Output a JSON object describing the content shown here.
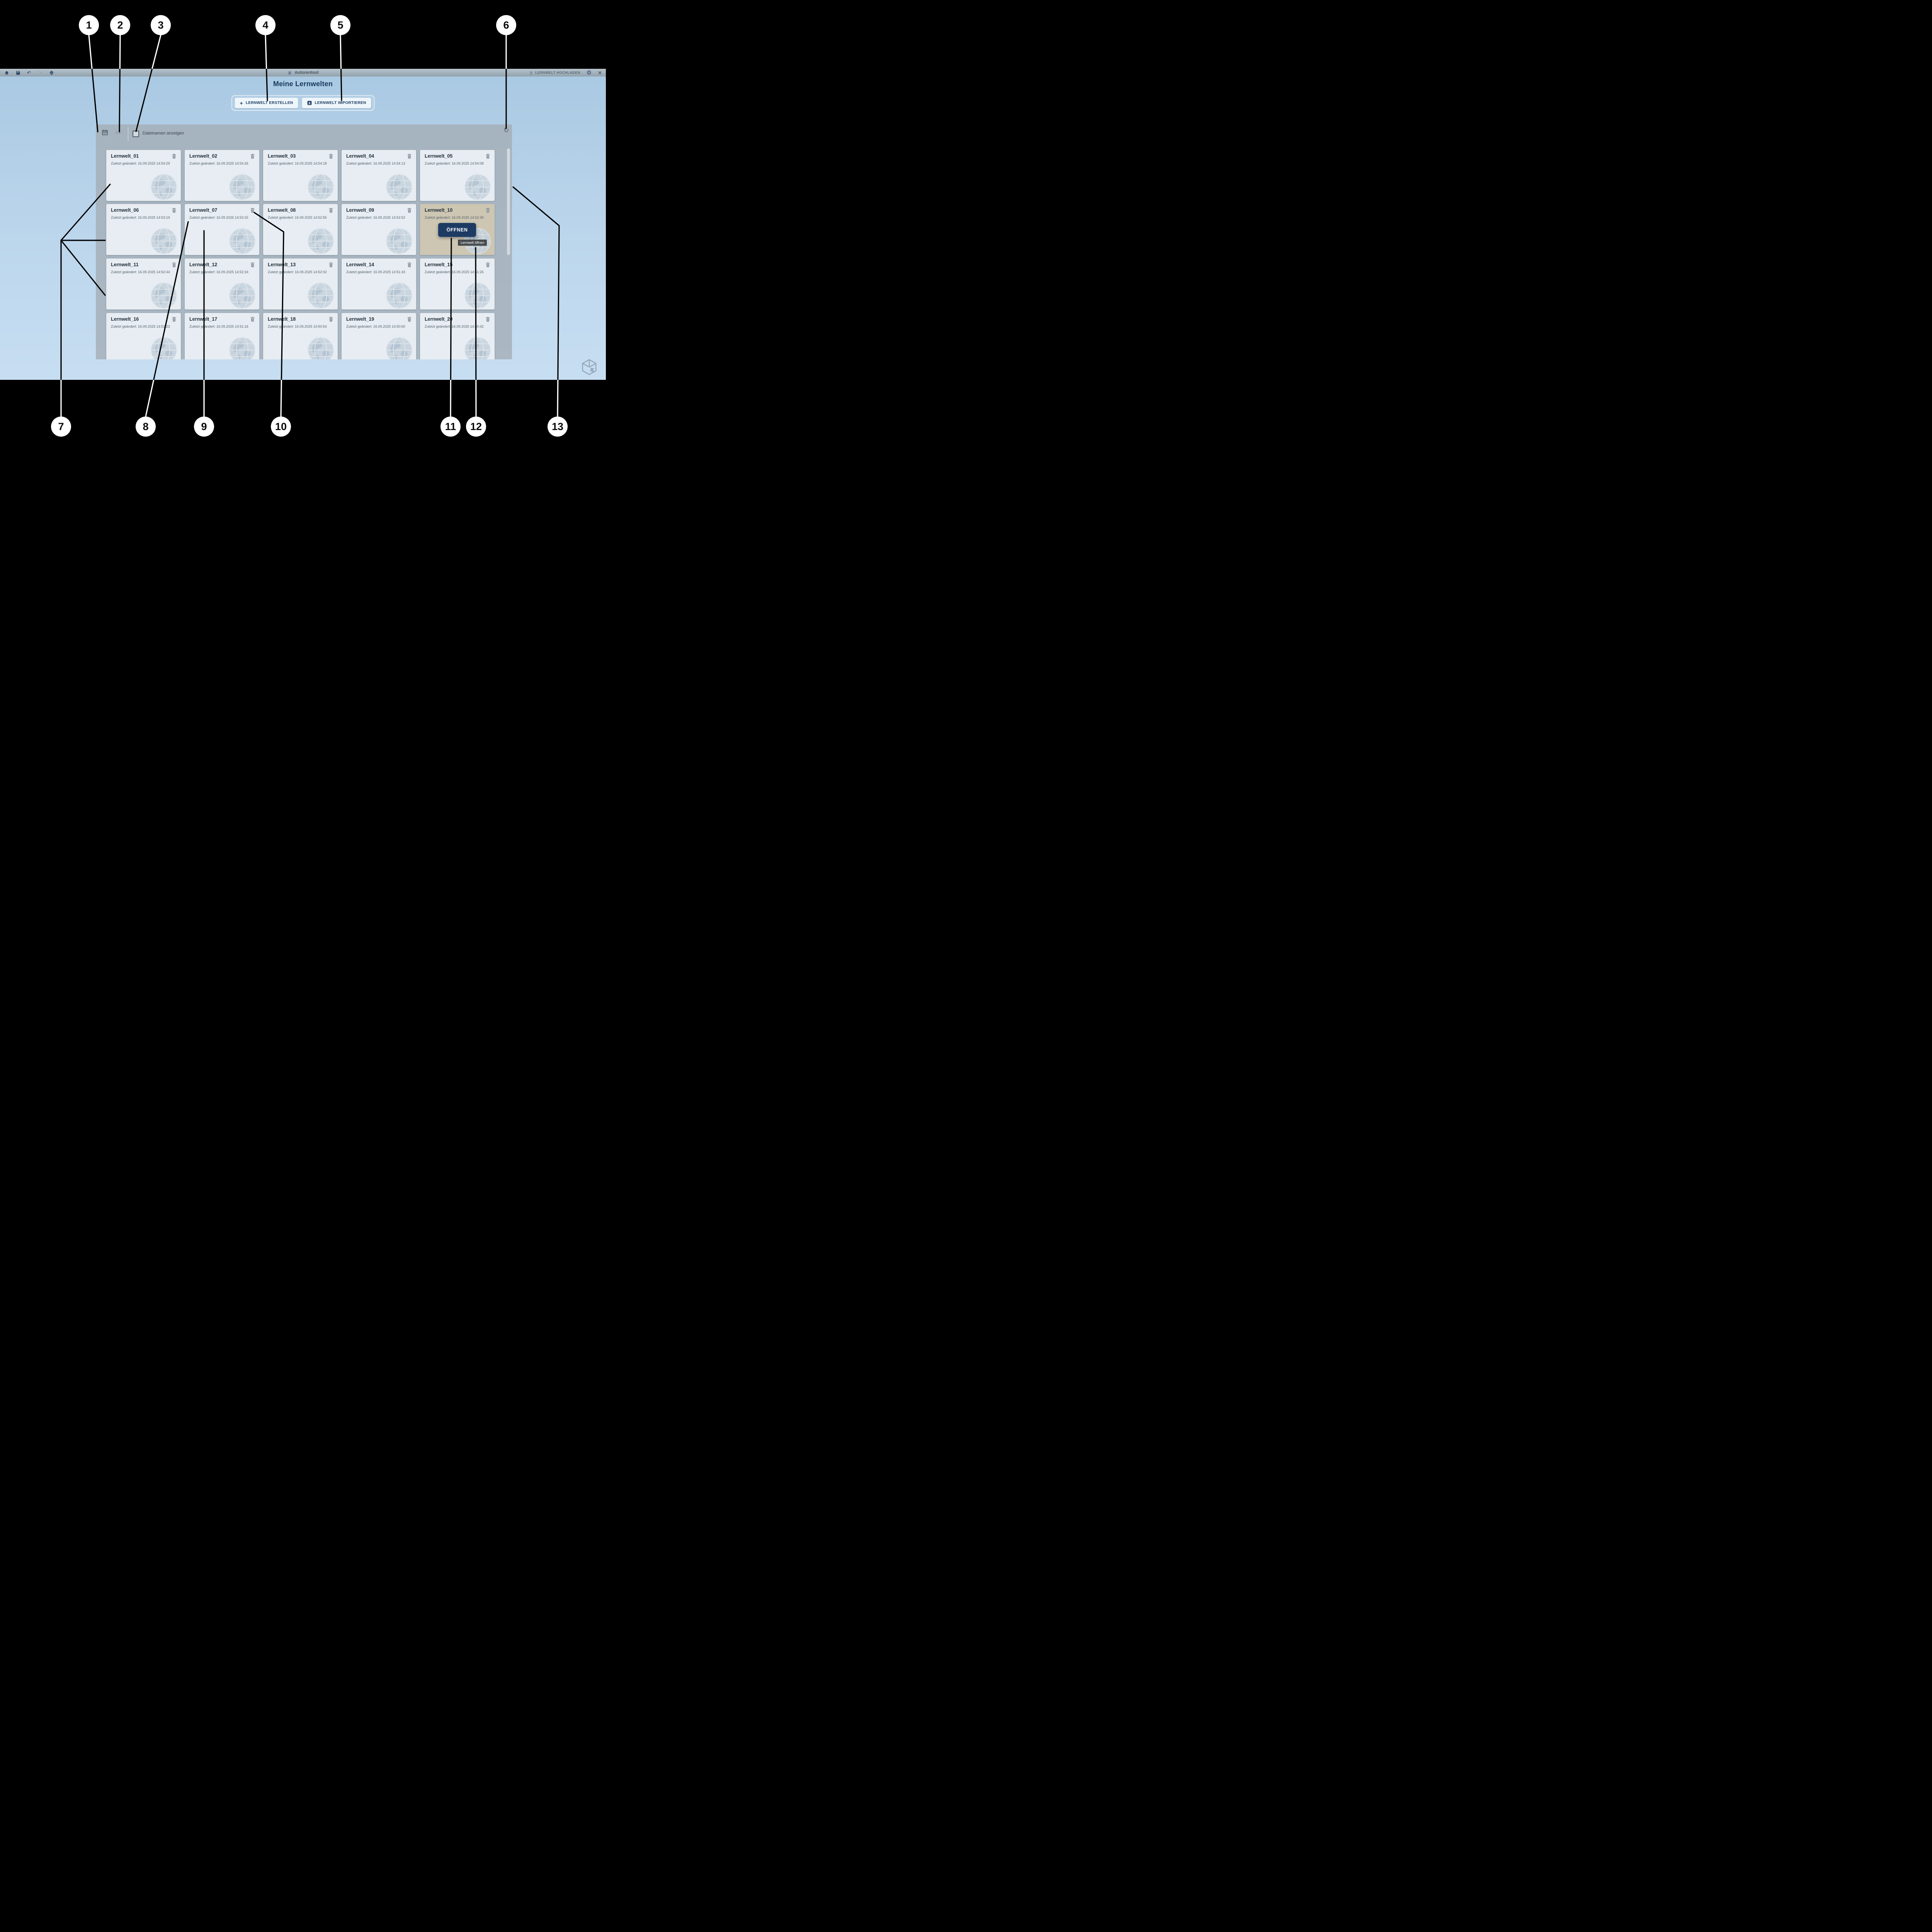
{
  "titlebar": {
    "title": "Autorentool",
    "upload_label": "LERNWELT HOCHLADEN"
  },
  "icons": {
    "undo": "↶",
    "redo": "↷",
    "gear": "⚙",
    "close": "✕",
    "refresh": "↻",
    "plus": "+",
    "sort_arrow": "↓"
  },
  "page": {
    "title": "Meine Lernwelten",
    "create_button": "LERNWELT ERSTELLEN",
    "import_button": "LERNWELT IMPORTIEREN"
  },
  "toolbar": {
    "sort_az_label": "AZ",
    "filename_checkbox_label": "Dateinamen anzeigen"
  },
  "open_button": "ÖFFNEN",
  "tooltip": "Lernwelt öffnen",
  "highlighted_index": 9,
  "cards": [
    {
      "title": "Lernwelt_01",
      "modified": "Zuletzt geändert: 16.09.2025 14:54:29"
    },
    {
      "title": "Lernwelt_02",
      "modified": "Zuletzt geändert: 16.09.2025 14:54:26"
    },
    {
      "title": "Lernwelt_03",
      "modified": "Zuletzt geändert: 16.09.2025 14:54:18"
    },
    {
      "title": "Lernwelt_04",
      "modified": "Zuletzt geändert: 16.09.2025 14:54:13"
    },
    {
      "title": "Lernwelt_05",
      "modified": "Zuletzt geändert: 16.09.2025 14:54:08"
    },
    {
      "title": "Lernwelt_06",
      "modified": "Zuletzt geändert: 16.09.2025 14:53:19"
    },
    {
      "title": "Lernwelt_07",
      "modified": "Zuletzt geändert: 16.09.2025 14:53:15"
    },
    {
      "title": "Lernwelt_08",
      "modified": "Zuletzt geändert: 16.09.2025 14:52:55"
    },
    {
      "title": "Lernwelt_09",
      "modified": "Zuletzt geändert: 16.09.2025 14:52:52"
    },
    {
      "title": "Lernwelt_10",
      "modified": "Zuletzt geändert: 16.09.2025 14:52:49"
    },
    {
      "title": "Lernwelt_11",
      "modified": "Zuletzt geändert: 16.09.2025 14:52:44"
    },
    {
      "title": "Lernwelt_12",
      "modified": "Zuletzt geändert: 16.09.2025 14:52:24"
    },
    {
      "title": "Lernwelt_13",
      "modified": "Zuletzt geändert: 16.09.2025 14:52:02"
    },
    {
      "title": "Lernwelt_14",
      "modified": "Zuletzt geändert: 16.09.2025 14:51:43"
    },
    {
      "title": "Lernwelt_15",
      "modified": "Zuletzt geändert: 16.09.2025 14:51:26"
    },
    {
      "title": "Lernwelt_16",
      "modified": "Zuletzt geändert: 16.09.2025 14:51:23"
    },
    {
      "title": "Lernwelt_17",
      "modified": "Zuletzt geändert: 16.09.2025 14:51:16"
    },
    {
      "title": "Lernwelt_18",
      "modified": "Zuletzt geändert: 16.09.2025 14:50:54"
    },
    {
      "title": "Lernwelt_19",
      "modified": "Zuletzt geändert: 16.09.2025 14:50:50"
    },
    {
      "title": "Lernwelt_20",
      "modified": "Zuletzt geändert: 16.09.2025 14:50:42"
    }
  ],
  "annotations": {
    "labels": [
      "1",
      "2",
      "3",
      "4",
      "5",
      "6",
      "7",
      "8",
      "9",
      "10",
      "11",
      "12",
      "13"
    ]
  }
}
